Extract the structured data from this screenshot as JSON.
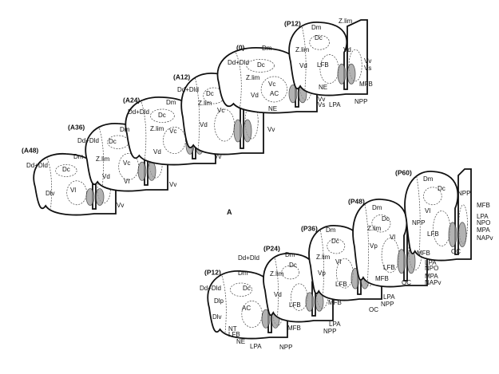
{
  "figure_letter": "A",
  "sections": [
    {
      "id": "A48",
      "title": "(A48)",
      "labels": [
        "Dd+Dld",
        "Dm",
        "Dc",
        "Dlv",
        "Vl",
        "Z.lim",
        "Vd",
        "Vv"
      ]
    },
    {
      "id": "A36",
      "title": "(A36)",
      "labels": [
        "Dd+Dld",
        "Dm",
        "Dc",
        "Vc",
        "Vl",
        "Z.lim",
        "Vd",
        "Vv"
      ]
    },
    {
      "id": "A24",
      "title": "(A24)",
      "labels": [
        "Dd+Dld",
        "Dm",
        "Dc",
        "Vc",
        "Z.lim",
        "Vd",
        "Vv"
      ]
    },
    {
      "id": "A12",
      "title": "(A12)",
      "labels": [
        "Dd+Dld",
        "Dc",
        "Vc",
        "Z.lim",
        "Vd",
        "Vv"
      ]
    },
    {
      "id": "0",
      "title": "(0)",
      "labels": [
        "Dd+Dld",
        "Dm",
        "Dc",
        "Vc",
        "AC",
        "NE",
        "Z.lim",
        "Vd",
        "Vv",
        "Vs"
      ]
    },
    {
      "id": "P12-top",
      "title": "(P12)",
      "labels": [
        "Dm",
        "Dc",
        "Z.lim",
        "Vd",
        "LFB",
        "NE",
        "Vv",
        "Vs",
        "MFB",
        "LPA",
        "NPP"
      ]
    },
    {
      "id": "P12",
      "title": "(P12)",
      "labels": [
        "Dd+Dld",
        "Dm",
        "Dc",
        "Dlp",
        "Dlv",
        "AC",
        "NT",
        "LFB",
        "NE",
        "LPA",
        "NPP"
      ]
    },
    {
      "id": "P24",
      "title": "(P24)",
      "labels": [
        "Dd+Dld",
        "Dm",
        "Dc",
        "Z.lim",
        "Vd",
        "LFB",
        "MFB"
      ]
    },
    {
      "id": "P36",
      "title": "(P36)",
      "labels": [
        "Dm",
        "Dc",
        "Z.lim",
        "Vl",
        "Vp",
        "LFB",
        "MFB",
        "LPA",
        "NPP"
      ]
    },
    {
      "id": "P48",
      "title": "(P48)",
      "labels": [
        "Dm",
        "Dc",
        "Z.lim",
        "Vl",
        "Vp",
        "LFB",
        "MFB",
        "LPA",
        "NPP",
        "OC",
        "NPP",
        "MFB",
        "LPA",
        "NPO",
        "MPA",
        "NAPv",
        "OC"
      ]
    },
    {
      "id": "P60",
      "title": "(P60)",
      "labels": [
        "Dm",
        "Dc",
        "NPP",
        "Vl",
        "LFB",
        "MFB",
        "LPA",
        "NPO",
        "MPA",
        "NAPv",
        "OC"
      ]
    }
  ]
}
